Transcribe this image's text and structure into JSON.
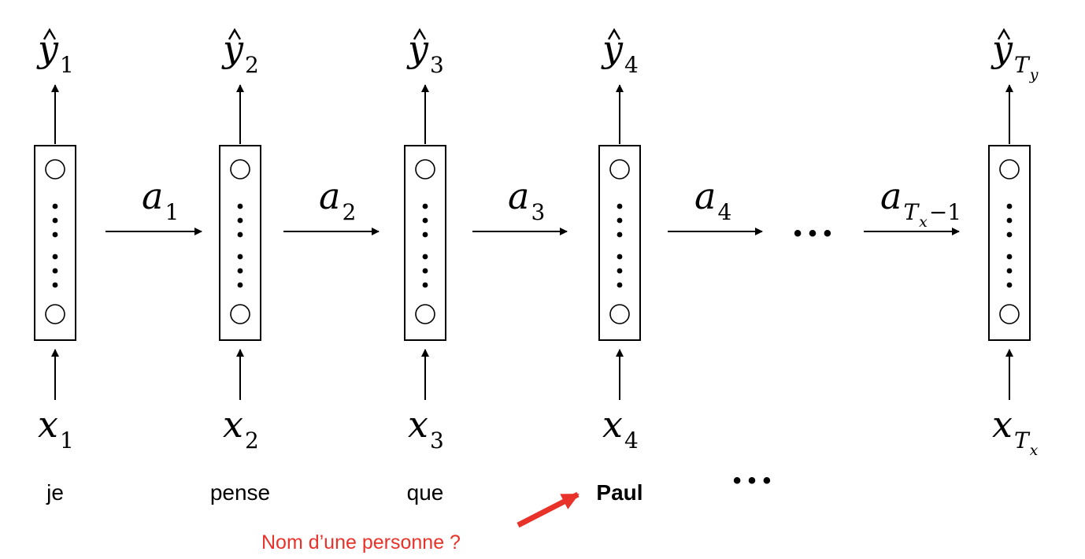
{
  "cells": [
    {
      "output": {
        "base": "y",
        "sub": "1"
      },
      "input": {
        "base": "x",
        "sub": "1"
      },
      "word": "je",
      "word_bold": false
    },
    {
      "output": {
        "base": "y",
        "sub": "2"
      },
      "input": {
        "base": "x",
        "sub": "2"
      },
      "word": "pense",
      "word_bold": false
    },
    {
      "output": {
        "base": "y",
        "sub": "3"
      },
      "input": {
        "base": "x",
        "sub": "3"
      },
      "word": "que",
      "word_bold": false
    },
    {
      "output": {
        "base": "y",
        "sub": "4"
      },
      "input": {
        "base": "x",
        "sub": "4"
      },
      "word": "Paul",
      "word_bold": true
    },
    {
      "output": {
        "base": "y",
        "sub": "T",
        "subsub": "y"
      },
      "input": {
        "base": "x",
        "sub": "T",
        "subsub": "x"
      },
      "word": "",
      "word_bold": false
    }
  ],
  "activations": [
    {
      "base": "a",
      "sub": "1"
    },
    {
      "base": "a",
      "sub": "2"
    },
    {
      "base": "a",
      "sub": "3"
    },
    {
      "base": "a",
      "sub": "4"
    },
    {
      "base": "a",
      "sub": "T",
      "subsub": "x",
      "suffix": "−1"
    }
  ],
  "ellipsis": "• • •",
  "annotation": {
    "text": "Nom d’une personne ?",
    "color": "#e8322a"
  }
}
